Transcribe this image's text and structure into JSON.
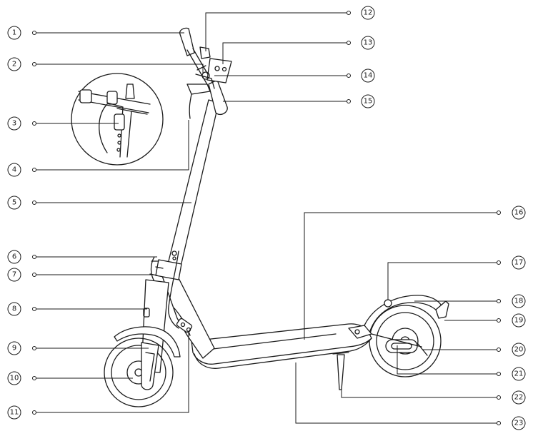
{
  "callouts": [
    {
      "label": "1"
    },
    {
      "label": "2"
    },
    {
      "label": "3"
    },
    {
      "label": "4"
    },
    {
      "label": "5"
    },
    {
      "label": "6"
    },
    {
      "label": "7"
    },
    {
      "label": "8"
    },
    {
      "label": "9"
    },
    {
      "label": "10"
    },
    {
      "label": "11"
    },
    {
      "label": "12"
    },
    {
      "label": "13"
    },
    {
      "label": "14"
    },
    {
      "label": "15"
    },
    {
      "label": "16"
    },
    {
      "label": "17"
    },
    {
      "label": "18"
    },
    {
      "label": "19"
    },
    {
      "label": "20"
    },
    {
      "label": "21"
    },
    {
      "label": "22"
    },
    {
      "label": "23"
    }
  ],
  "colors": {
    "line": "#1a1a1a",
    "background": "#ffffff"
  }
}
